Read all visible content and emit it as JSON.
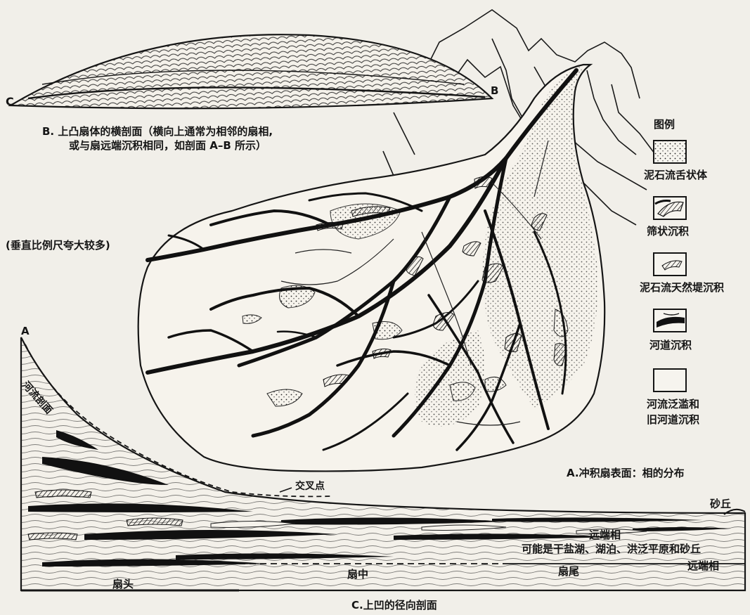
{
  "section_b": {
    "letter_c": "C",
    "letter_b": "B",
    "caption_line1": "B. 上凸扇体的横剖面（横向上通常为相邻的扇相,",
    "caption_line2": "或与扇远端沉积相同，如剖面 A–B 所示）",
    "scale_note": "(垂直比例尺夸大较多)"
  },
  "section_a": {
    "caption": "A.冲积扇表面：相的分布"
  },
  "legend": {
    "title": "图例",
    "items": [
      {
        "label": "泥石流舌状体",
        "pattern": "dots"
      },
      {
        "label": "筛状沉积",
        "pattern": "hatch"
      },
      {
        "label": "泥石流天然堤沉积",
        "pattern": "levee"
      },
      {
        "label": "河道沉积",
        "pattern": "channel"
      },
      {
        "label": "河流泛滥和",
        "label2": "旧河道沉积",
        "pattern": "blank"
      }
    ]
  },
  "section_c": {
    "letter_a": "A",
    "river_profile": "河流剖面",
    "intersection": "交叉点",
    "dune": "砂丘",
    "distal_facies_top": "远端相",
    "possible_settings": "可能是干盐湖、湖泊、洪泛平原和砂丘",
    "fan_head": "扇头",
    "mid_fan": "扇中",
    "fan_tail": "扇尾",
    "distal_facies_bottom": "远端相",
    "caption": "C.上凹的径向剖面"
  },
  "colors": {
    "ink": "#151515",
    "paper": "#f1efe9"
  }
}
